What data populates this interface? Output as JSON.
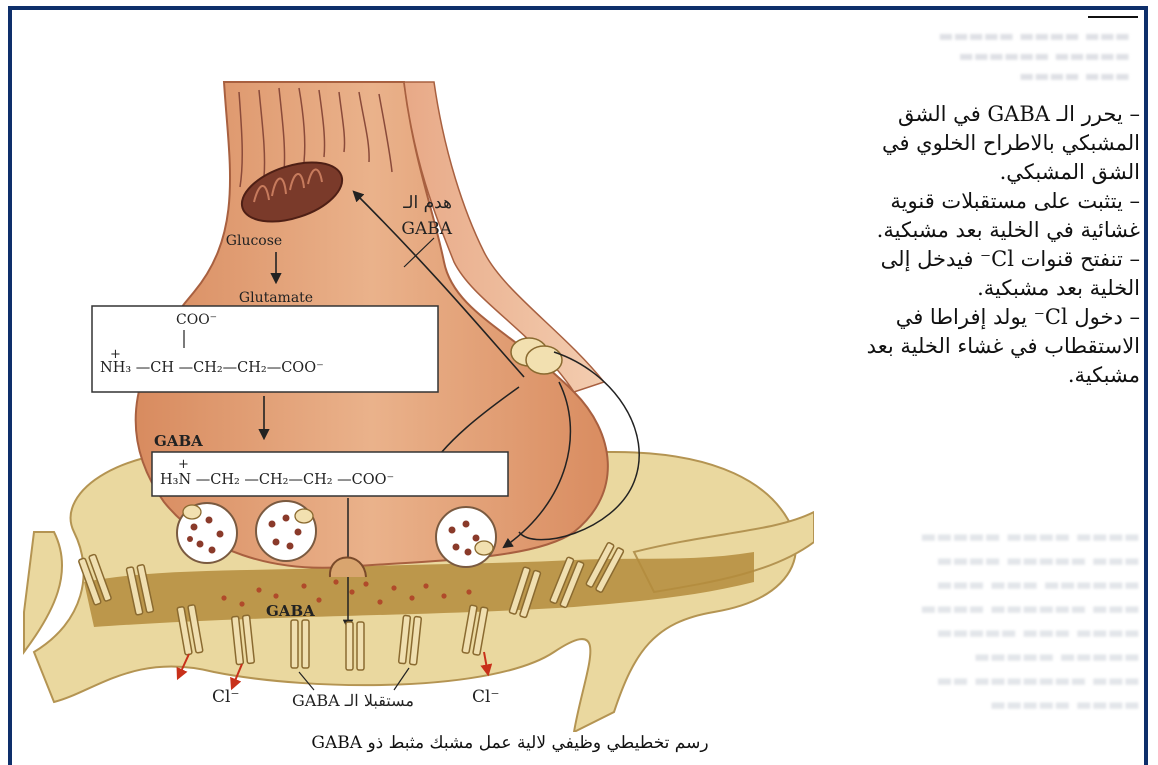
{
  "diagram": {
    "labels": {
      "glucose": "Glucose",
      "glutamate": "Glutamate",
      "glutamate_coo_top": "COO⁻",
      "glutamate_chain": "NH₃ —CH —CH₂—CH₂—COO⁻",
      "nh3_plus": "+",
      "gaba_heading": "GABA",
      "gaba_chain": "H₃N —CH₂ —CH₂—CH₂ —COO⁻",
      "h3n_plus": "+",
      "cleft_gaba": "GABA",
      "degradation_line1": "هدم الـ",
      "degradation_line2": "GABA",
      "chloride_left": "Cl⁻",
      "chloride_right": "Cl⁻",
      "receptor_label": "مستقبلا الـ GABA"
    },
    "colors": {
      "terminal": "#e3a77e",
      "postsynaptic": "#e8d89e",
      "cleft": "#b08a3a",
      "mitochondrion": "#7a3a2a",
      "receptor": "#f0dfb0",
      "arrow_red": "#c8301a"
    }
  },
  "notes": [
    "– يحرر الـ GABA في الشق المشبكي بالاطراح الخلوي في الشق المشبكي.",
    "– يتثبت على مستقبلات قنوية غشائية في الخلية بعد مشبكية.",
    "– تنفتح قنوات Cl⁻ فيدخل إلى الخلية بعد مشبكية.",
    "– دخول Cl⁻ يولد إفراطا في الاستقطاب في غشاء الخلية بعد مشبكية."
  ],
  "caption": "رسم تخطيطي وظيفي لالية عمل مشبك مثبط ذو GABA"
}
